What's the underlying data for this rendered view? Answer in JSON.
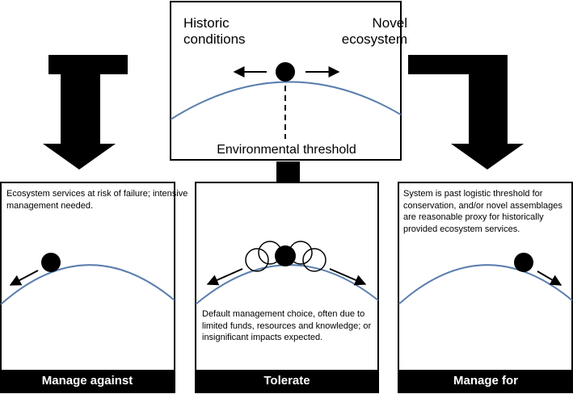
{
  "top_panel": {
    "left_label": "Historic conditions",
    "right_label": "Novel ecosystem",
    "threshold_label": "Environmental threshold"
  },
  "panels": {
    "left": {
      "description": "Ecosystem services at risk of failure; intensive management needed.",
      "title": "Manage against"
    },
    "middle": {
      "description": "Default management choice, often due to limited funds, resources and knowledge; or insignificant impacts expected.",
      "title": "Tolerate"
    },
    "right": {
      "description": "System is past logistic threshold for conservation, and/or novel assemblages are reasonable proxy for historically provided ecosystem services.",
      "title": "Manage for"
    }
  },
  "colors": {
    "curve": "#5b7fae",
    "ink": "#000000",
    "background": "#ffffff"
  }
}
